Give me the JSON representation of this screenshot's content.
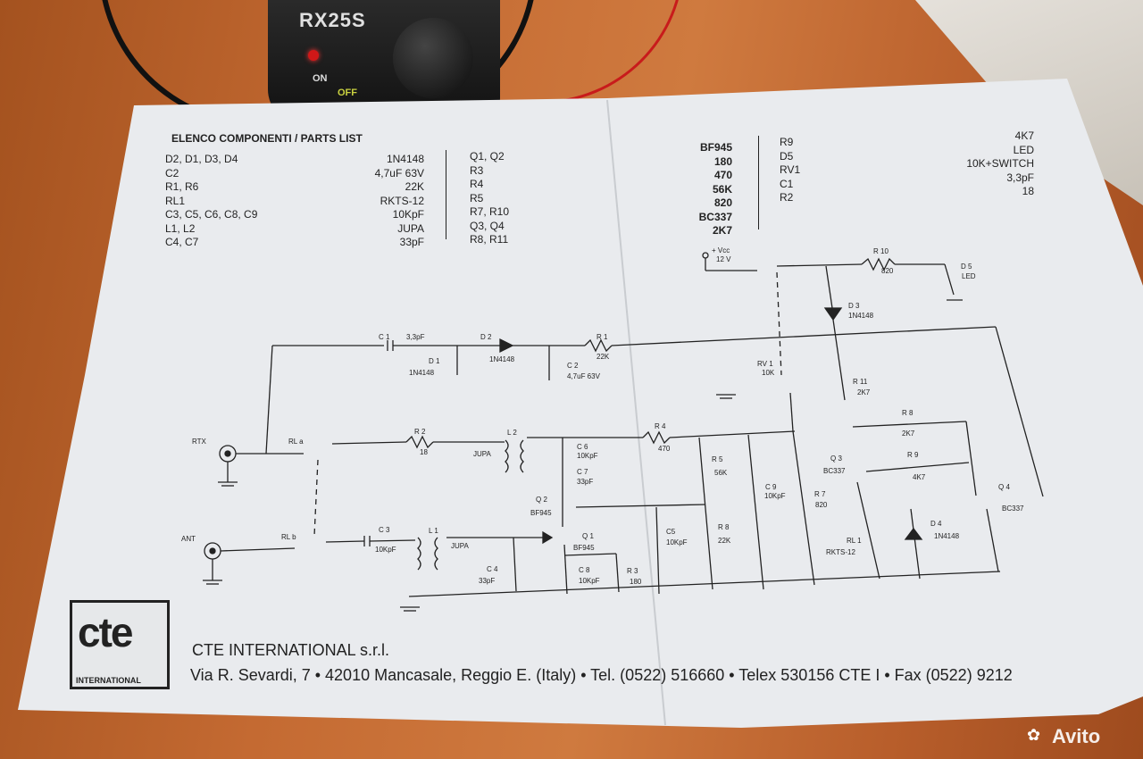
{
  "device": {
    "model": "RX25S",
    "on_label": "ON",
    "off_label": "OFF"
  },
  "component_list": {
    "header": "ELENCO COMPONENTI / PARTS LIST",
    "col1_refs": [
      "D2, D1, D3, D4",
      "C2",
      "R1, R6",
      "RL1",
      "C3, C5, C6, C8, C9",
      "L1, L2",
      "C4, C7"
    ],
    "col1_vals": [
      "1N4148",
      "4,7uF 63V",
      "22K",
      "RKTS-12",
      "10KpF",
      "JUPA",
      "33pF"
    ],
    "col2_refs": [
      "Q1, Q2",
      "R3",
      "R4",
      "R5",
      "R7, R10",
      "Q3, Q4",
      "R8, R11"
    ],
    "col2_vals": [
      "BF945",
      "180",
      "470",
      "56K",
      "820",
      "BC337",
      "2K7"
    ],
    "col3_refs": [
      "R9",
      "D5",
      "RV1",
      "C1",
      "R2"
    ],
    "col3_vals": [
      "4K7",
      "LED",
      "10K+SWITCH",
      "3,3pF",
      "18"
    ]
  },
  "schematic": {
    "labels": {
      "vcc": "+ Vcc",
      "vcc_v": "12 V",
      "r10": "R 10",
      "r10v": "820",
      "d5": "D 5",
      "d5v": "LED",
      "d3": "D 3",
      "d3v": "1N4148",
      "c1": "C 1",
      "c1v": "3,3pF",
      "d2": "D 2",
      "d2v": "1N4148",
      "d1": "D 1",
      "d1v": "1N4148",
      "r1": "R 1",
      "r1v": "22K",
      "c2": "C 2",
      "c2v": "4,7uF 63V",
      "rv1": "RV 1",
      "rv1v": "10K",
      "r11": "R 11",
      "r11v": "2K7",
      "rtx": "RTX",
      "rla": "RL a",
      "r2": "R 2",
      "r2v": "18",
      "l2": "L 2",
      "jupa2": "JUPA",
      "c6": "C 6",
      "c6v": "10KpF",
      "c7": "C 7",
      "c7v": "33pF",
      "r4": "R 4",
      "r4v": "470",
      "r5": "R 5",
      "r5v": "56K",
      "c9": "C 9",
      "c9v": "10KpF",
      "r7": "R 7",
      "r7v": "820",
      "r8a": "R 8",
      "r8av": "2K7",
      "q3": "Q 3",
      "q3v": "BC337",
      "r9": "R 9",
      "r9v": "4K7",
      "q4": "Q 4",
      "q4v": "BC337",
      "q2": "Q 2",
      "q2v": "BF945",
      "ant": "ANT",
      "rlb": "RL b",
      "c3": "C 3",
      "c3v": "10KpF",
      "l1": "L 1",
      "jupa1": "JUPA",
      "q1": "Q 1",
      "q1v": "BF945",
      "c5": "C5",
      "c5v": "10KpF",
      "r8b": "R 8",
      "r8bv": "22K",
      "rl1": "RL 1",
      "rl1v": "RKTS-12",
      "d4": "D 4",
      "d4v": "1N4148",
      "c4": "C 4",
      "c4v": "33pF",
      "c8": "C 8",
      "c8v": "10KpF",
      "r3": "R 3",
      "r3v": "180"
    }
  },
  "footer": {
    "logo": "cte",
    "logo_sub": "INTERNATIONAL",
    "company": "CTE INTERNATIONAL s.r.l.",
    "address": "Via R. Sevardi, 7 • 42010 Mancasale, Reggio E. (Italy) • Tel. (0522) 516660 • Telex 530156 CTE I • Fax (0522) 9212"
  },
  "watermark": "Avito"
}
